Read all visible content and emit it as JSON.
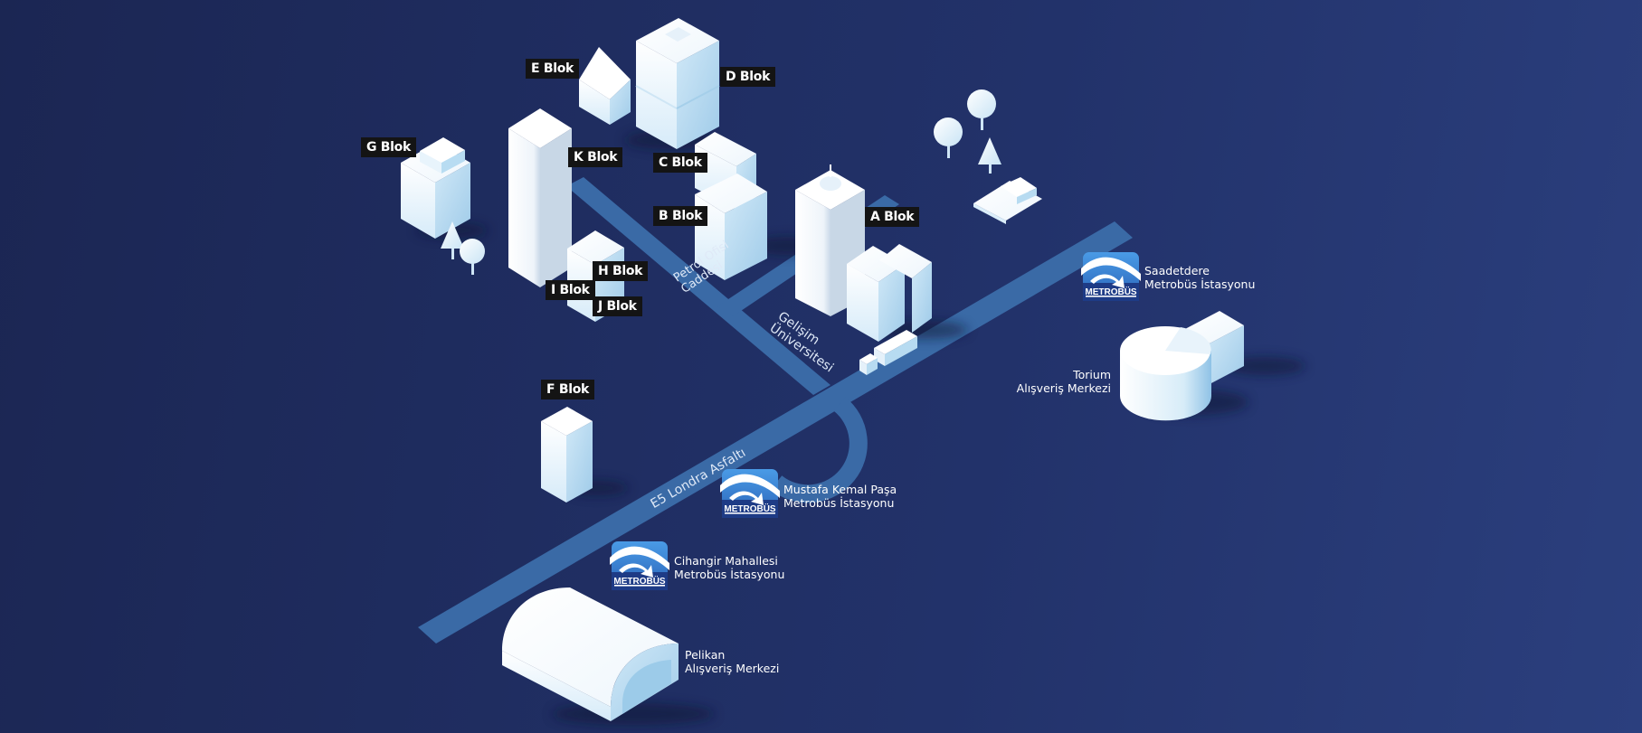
{
  "colors": {
    "background": "#1f2c5e",
    "road": "#3a6aa6",
    "building_light": "#ffffff",
    "building_shade": "#a9d4ef",
    "label_bg": "#141414",
    "station_blue": "#2f7bd6"
  },
  "blocks": {
    "a": "A Blok",
    "b": "B Blok",
    "c": "C Blok",
    "d": "D Blok",
    "e": "E Blok",
    "f": "F Blok",
    "g": "G Blok",
    "h": "H Blok",
    "i": "I Blok",
    "j": "J Blok",
    "k": "K Blok"
  },
  "streets": {
    "petrol_line1": "Petrol Ofisi",
    "petrol_line2": "Caddesi",
    "gelisim_line1": "Gelişim",
    "gelisim_line2": "Üniversitesi",
    "e5": "E5 Londra Asfaltı"
  },
  "stations": {
    "logo_text": "METROBÜS",
    "saadetdere": {
      "line1": "Saadetdere",
      "line2": "Metrobüs İstasyonu"
    },
    "mustafa": {
      "line1": "Mustafa Kemal Paşa",
      "line2": "Metrobüs İstasyonu"
    },
    "cihangir": {
      "line1": "Cihangir Mahallesi",
      "line2": "Metrobüs İstasyonu"
    }
  },
  "places": {
    "torium": {
      "line1": "Torium",
      "line2": "Alışveriş Merkezi"
    },
    "pelikan": {
      "line1": "Pelikan",
      "line2": "Alışveriş Merkezi"
    }
  }
}
